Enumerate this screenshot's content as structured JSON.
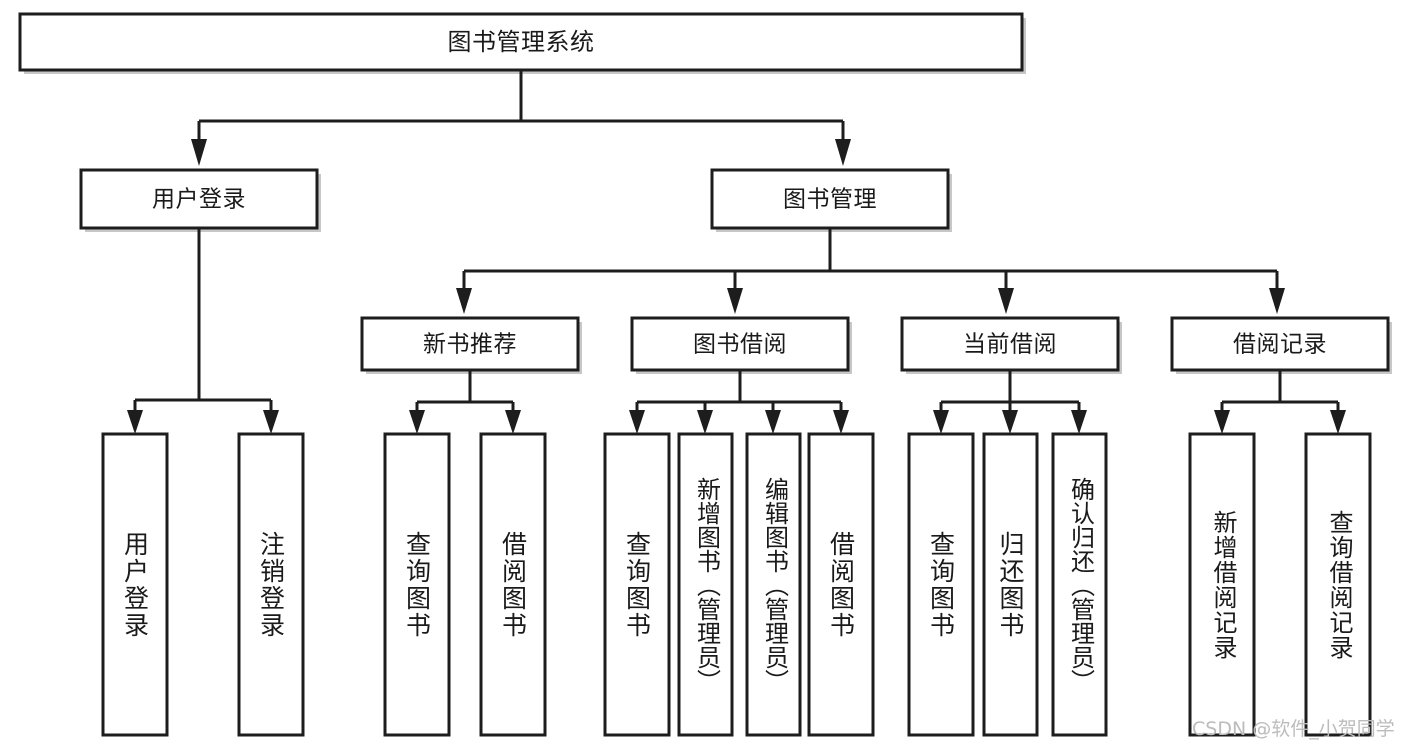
{
  "diagram": {
    "title": "图书管理系统",
    "type": "tree-hierarchy",
    "watermark": "CSDN @软件_小贺同学",
    "colors": {
      "box_stroke": "#1d1d1d",
      "box_fill": "#ffffff",
      "connector": "#1d1d1d",
      "shadow": "#bdbdbd",
      "text": "#1a1a1a",
      "watermark": "#bcbcbc",
      "background": "#ffffff"
    },
    "root": {
      "id": "root",
      "label": "图书管理系统"
    },
    "level1": [
      {
        "id": "user-login",
        "label": "用户登录"
      },
      {
        "id": "book-manage",
        "label": "图书管理"
      }
    ],
    "level2": [
      {
        "id": "new-book-recommend",
        "label": "新书推荐",
        "parent": "book-manage"
      },
      {
        "id": "book-borrow",
        "label": "图书借阅",
        "parent": "book-manage"
      },
      {
        "id": "current-borrow",
        "label": "当前借阅",
        "parent": "book-manage"
      },
      {
        "id": "borrow-record",
        "label": "借阅记录",
        "parent": "book-manage"
      }
    ],
    "leaves": {
      "user-login": [
        {
          "id": "leaf-user-login",
          "label": "用户登录"
        },
        {
          "id": "leaf-logout-login",
          "label": "注销登录"
        }
      ],
      "new-book-recommend": [
        {
          "id": "leaf-query-book-1",
          "label": "查询图书"
        },
        {
          "id": "leaf-borrow-book-1",
          "label": "借阅图书"
        }
      ],
      "book-borrow": [
        {
          "id": "leaf-query-book-2",
          "label": "查询图书"
        },
        {
          "id": "leaf-add-book",
          "label": "新增图书（管理员）"
        },
        {
          "id": "leaf-edit-book",
          "label": "编辑图书（管理员）"
        },
        {
          "id": "leaf-borrow-book-2",
          "label": "借阅图书"
        }
      ],
      "current-borrow": [
        {
          "id": "leaf-query-book-3",
          "label": "查询图书"
        },
        {
          "id": "leaf-return-book",
          "label": "归还图书"
        },
        {
          "id": "leaf-confirm-return",
          "label": "确认归还（管理员）"
        }
      ],
      "borrow-record": [
        {
          "id": "leaf-add-record",
          "label": "新增借阅记录"
        },
        {
          "id": "leaf-query-record",
          "label": "查询借阅记录"
        }
      ]
    }
  }
}
